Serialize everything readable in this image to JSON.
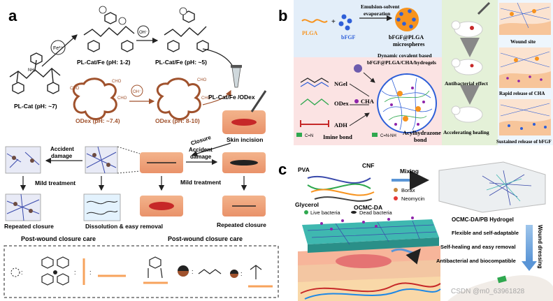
{
  "panel_a": {
    "letter": "a",
    "pl_cat": "PL-Cat (pH: ~7)",
    "fe_ion": "Fe³⁺",
    "pl_cat_fe_12": "PL-Cat/Fe (pH: 1-2)",
    "pl_cat_fe_5": "PL-Cat/Fe (pH: ~5)",
    "oh": "OH⁻",
    "nh2": "NH₂",
    "cho": "CHO",
    "odex_74": "ODex (pH: ~7.4)",
    "odex_810": "ODex (pH: 8-10)",
    "pl_cat_fe_odex": "PL-Cat/Fe /ODex",
    "skin_incision": "Skin incision",
    "closure": "Closure",
    "accident_damage": "Accident damage",
    "mild_treatment": "Mild treatment",
    "repeated_closure_left": "Repeated  closure",
    "dissolution": "Dissolution & easy removal",
    "repeated_closure_right": "Repeated closure",
    "post_wound_left": "Post-wound closure care",
    "post_wound_right": "Post-wound closure care"
  },
  "panel_b": {
    "letter": "b",
    "emulsion": "Emulsion-solvent",
    "evaporation": "evaporation",
    "plga": "PLGA",
    "bfgf": "bFGF",
    "microspheres_1": "bFGF@PLGA",
    "microspheres_2": "microspheres",
    "dynamic_1": "Dynamic covalent based",
    "dynamic_2": "bFGF@PLGA/CHA/hydrogels",
    "ngel": "NGel",
    "odex": "ODex",
    "adh": "ADH",
    "cha": "CHA",
    "imine_bond": "Imine bond",
    "acylhydrazone_1": "Acylhydrazone",
    "acylhydrazone_2": "bond",
    "antibacterial": "Antibacterial effect",
    "accelerating": "Accelerating healing",
    "wound_site": "Wound site",
    "rapid_release": "Rapid release of CHA",
    "sustained_release": "Sustained release of bFGF"
  },
  "panel_c": {
    "letter": "c",
    "pva": "PVA",
    "cnf": "CNF",
    "glycerol": "Glycerol",
    "ocmc_da": "OCMC-DA",
    "mixing": "Mixing",
    "borax": "Borax",
    "neomycin": "Neomycin",
    "hydrogel": "OCMC-DA/PB Hydrogel",
    "live_bacteria": "Live bacteria",
    "dead_bacteria": "Dead bacteria",
    "wound_dressing": "Wound dressing",
    "prop_1": "Flexible and self-adaptable",
    "prop_2": "Self-healing and easy removal",
    "prop_3": "Antibacterial and biocompatible"
  },
  "watermark": "CSDN @m0_63961828",
  "colors": {
    "odex_brown": "#a0522d",
    "peach": "#f7c59a",
    "wound_red": "#d32f2f",
    "panel_b_blue": "#e3eef9",
    "panel_b_pink": "#fbe3e3",
    "panel_b_green": "#e4f1d8",
    "hydrogel_teal": "#3fb8b0"
  }
}
